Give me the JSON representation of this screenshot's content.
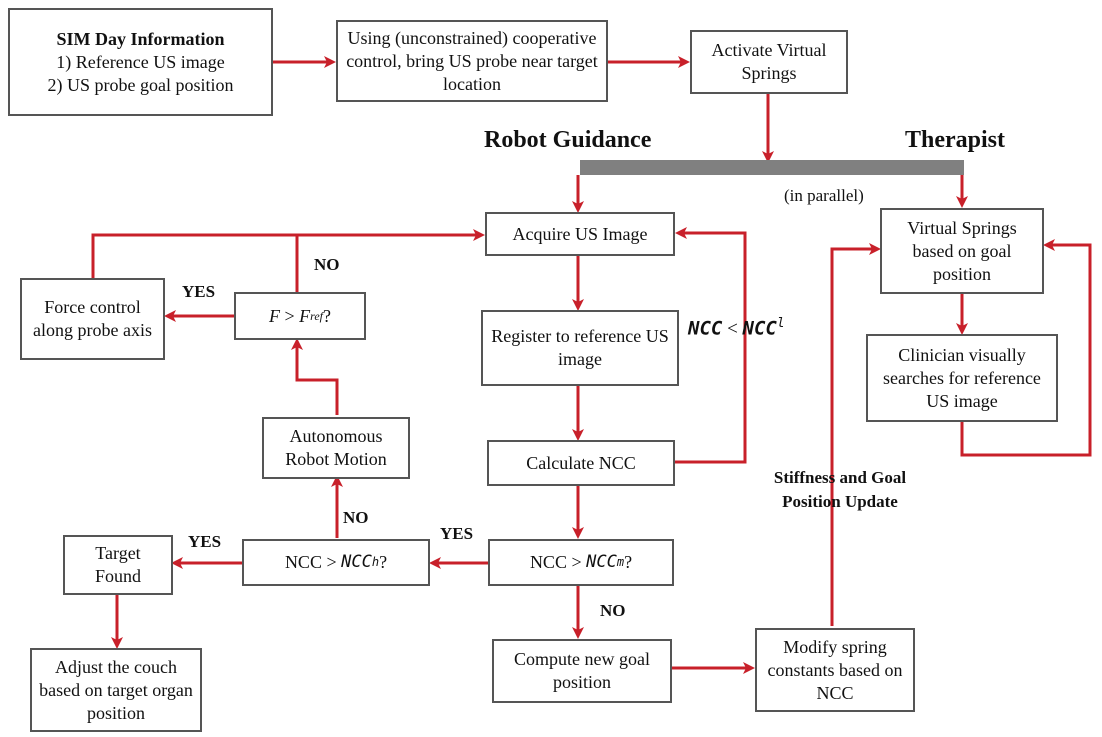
{
  "boxes": {
    "sim_title": "SIM Day Information",
    "sim_item1": "1) Reference US image",
    "sim_item2": "2) US probe goal position",
    "coop_control": "Using (unconstrained) cooperative control, bring US probe near target location",
    "activate_springs": "Activate Virtual Springs",
    "acquire": "Acquire US Image",
    "register": "Register to reference US image",
    "calc_ncc": "Calculate NCC",
    "ncc_m_prefix": "NCC > ",
    "ncc_m_symbol": "NCC",
    "ncc_m_sup": "m",
    "ncc_h_prefix": "NCC > ",
    "ncc_h_symbol": "NCC",
    "ncc_h_sup": "h",
    "question_mark": "?",
    "compute_goal": "Compute new goal position",
    "modify_spring": "Modify spring constants based on NCC",
    "autonomous": "Autonomous Robot Motion",
    "force_cond_f": "F",
    "force_cond_gt": " > ",
    "force_cond_fref": "F",
    "force_cond_sub": "ref",
    "force_control": "Force control along probe axis",
    "target_found": "Target Found",
    "adjust_couch": "Adjust the couch based on target organ position",
    "virtual_springs_goal": "Virtual Springs based on goal position",
    "clinician": "Clinician visually searches for reference US image"
  },
  "labels": {
    "robot_guidance": "Robot Guidance",
    "therapist": "Therapist",
    "in_parallel": "(in parallel)",
    "ncc_lt_a": "NCC",
    "ncc_lt_op": " < ",
    "ncc_lt_b": "NCC",
    "ncc_lt_sup": "l",
    "yes_force": "YES",
    "no_force": "NO",
    "yes_ncc_m": "YES",
    "no_ncc_h": "NO",
    "yes_target": "YES",
    "no_compute": "NO",
    "stiffness_update": "Stiffness and Goal Position Update"
  },
  "colors": {
    "arrow": "#c8202a",
    "box_border": "#555555",
    "bar": "#808080"
  }
}
